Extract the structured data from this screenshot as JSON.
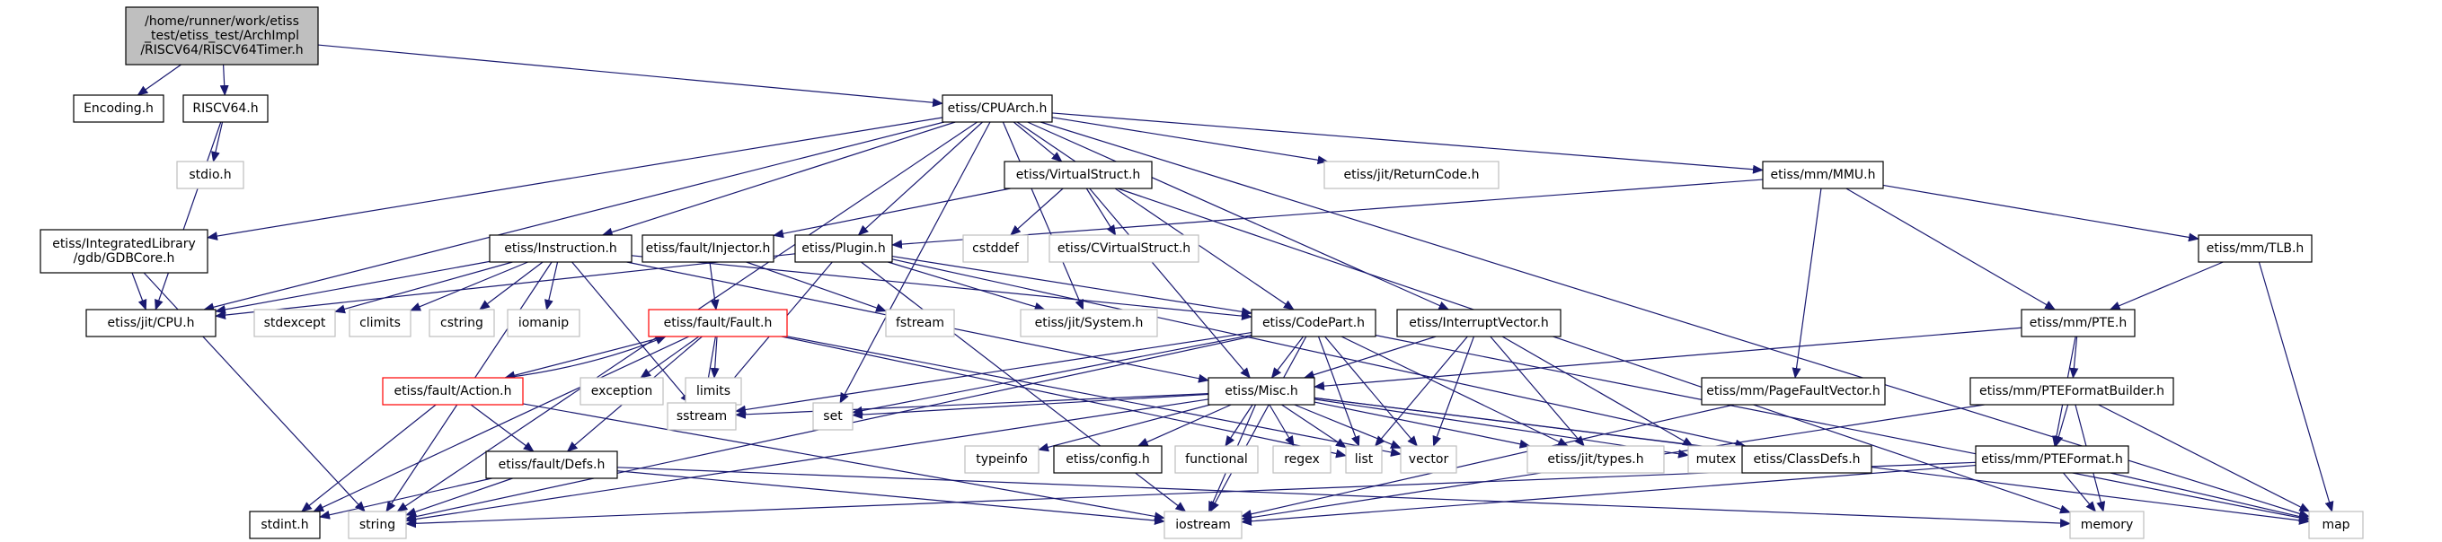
{
  "colors": {
    "edge": "#191970",
    "border_documented": "#000000",
    "border_undocumented": "#bfbfbf",
    "border_cyclic": "#ff0000",
    "fill_root": "#bfbfbf",
    "fill_default": "#ffffff",
    "text": "#000000"
  },
  "nodes": [
    {
      "id": "root",
      "lines": [
        "/home/runner/work/etiss",
        "_test/etiss_test/ArchImpl",
        "/RISCV64/RISCV64Timer.h"
      ],
      "style": "root"
    },
    {
      "id": "encoding",
      "lines": [
        "Encoding.h"
      ],
      "style": "doc"
    },
    {
      "id": "riscv64",
      "lines": [
        "RISCV64.h"
      ],
      "style": "doc"
    },
    {
      "id": "stdio",
      "lines": [
        "stdio.h"
      ],
      "style": "ext"
    },
    {
      "id": "cpuarch",
      "lines": [
        "etiss/CPUArch.h"
      ],
      "style": "doc"
    },
    {
      "id": "gdbcore",
      "lines": [
        "etiss/IntegratedLibrary",
        "/gdb/GDBCore.h"
      ],
      "style": "doc"
    },
    {
      "id": "cpu",
      "lines": [
        "etiss/jit/CPU.h"
      ],
      "style": "doc"
    },
    {
      "id": "instruction",
      "lines": [
        "etiss/Instruction.h"
      ],
      "style": "doc"
    },
    {
      "id": "injector",
      "lines": [
        "etiss/fault/Injector.h"
      ],
      "style": "doc"
    },
    {
      "id": "plugin",
      "lines": [
        "etiss/Plugin.h"
      ],
      "style": "doc"
    },
    {
      "id": "virtualstruct",
      "lines": [
        "etiss/VirtualStruct.h"
      ],
      "style": "doc"
    },
    {
      "id": "cstddef",
      "lines": [
        "cstddef"
      ],
      "style": "ext"
    },
    {
      "id": "cvirtualstruct",
      "lines": [
        "etiss/CVirtualStruct.h"
      ],
      "style": "ext"
    },
    {
      "id": "returncode",
      "lines": [
        "etiss/jit/ReturnCode.h"
      ],
      "style": "ext"
    },
    {
      "id": "mmu",
      "lines": [
        "etiss/mm/MMU.h"
      ],
      "style": "doc"
    },
    {
      "id": "tlb",
      "lines": [
        "etiss/mm/TLB.h"
      ],
      "style": "doc"
    },
    {
      "id": "stdexcept",
      "lines": [
        "stdexcept"
      ],
      "style": "ext"
    },
    {
      "id": "climits",
      "lines": [
        "climits"
      ],
      "style": "ext"
    },
    {
      "id": "cstring",
      "lines": [
        "cstring"
      ],
      "style": "ext"
    },
    {
      "id": "iomanip",
      "lines": [
        "iomanip"
      ],
      "style": "ext"
    },
    {
      "id": "fault",
      "lines": [
        "etiss/fault/Fault.h"
      ],
      "style": "cyc"
    },
    {
      "id": "fstream",
      "lines": [
        "fstream"
      ],
      "style": "ext"
    },
    {
      "id": "system",
      "lines": [
        "etiss/jit/System.h"
      ],
      "style": "ext"
    },
    {
      "id": "codepart",
      "lines": [
        "etiss/CodePart.h"
      ],
      "style": "doc"
    },
    {
      "id": "interruptvector",
      "lines": [
        "etiss/InterruptVector.h"
      ],
      "style": "doc"
    },
    {
      "id": "pte",
      "lines": [
        "etiss/mm/PTE.h"
      ],
      "style": "doc"
    },
    {
      "id": "action",
      "lines": [
        "etiss/fault/Action.h"
      ],
      "style": "cyc"
    },
    {
      "id": "exception",
      "lines": [
        "exception"
      ],
      "style": "ext"
    },
    {
      "id": "limits",
      "lines": [
        "limits"
      ],
      "style": "ext"
    },
    {
      "id": "misc",
      "lines": [
        "etiss/Misc.h"
      ],
      "style": "doc"
    },
    {
      "id": "pagefaultvector",
      "lines": [
        "etiss/mm/PageFaultVector.h"
      ],
      "style": "doc"
    },
    {
      "id": "pteformatbuilder",
      "lines": [
        "etiss/mm/PTEFormatBuilder.h"
      ],
      "style": "doc"
    },
    {
      "id": "defs",
      "lines": [
        "etiss/fault/Defs.h"
      ],
      "style": "doc"
    },
    {
      "id": "sstream",
      "lines": [
        "sstream"
      ],
      "style": "ext"
    },
    {
      "id": "set",
      "lines": [
        "set"
      ],
      "style": "ext"
    },
    {
      "id": "typeinfo",
      "lines": [
        "typeinfo"
      ],
      "style": "ext"
    },
    {
      "id": "config",
      "lines": [
        "etiss/config.h"
      ],
      "style": "doc"
    },
    {
      "id": "functional",
      "lines": [
        "functional"
      ],
      "style": "ext"
    },
    {
      "id": "regex",
      "lines": [
        "regex"
      ],
      "style": "ext"
    },
    {
      "id": "list",
      "lines": [
        "list"
      ],
      "style": "ext"
    },
    {
      "id": "vector",
      "lines": [
        "vector"
      ],
      "style": "ext"
    },
    {
      "id": "types",
      "lines": [
        "etiss/jit/types.h"
      ],
      "style": "ext"
    },
    {
      "id": "mutex",
      "lines": [
        "mutex"
      ],
      "style": "ext"
    },
    {
      "id": "classdefs",
      "lines": [
        "etiss/ClassDefs.h"
      ],
      "style": "doc"
    },
    {
      "id": "pteformat",
      "lines": [
        "etiss/mm/PTEFormat.h"
      ],
      "style": "doc"
    },
    {
      "id": "stdint",
      "lines": [
        "stdint.h"
      ],
      "style": "doc"
    },
    {
      "id": "string",
      "lines": [
        "string"
      ],
      "style": "ext"
    },
    {
      "id": "iostream",
      "lines": [
        "iostream"
      ],
      "style": "ext"
    },
    {
      "id": "memory",
      "lines": [
        "memory"
      ],
      "style": "ext"
    },
    {
      "id": "map",
      "lines": [
        "map"
      ],
      "style": "ext"
    }
  ],
  "edges": [
    [
      "root",
      "encoding"
    ],
    [
      "root",
      "riscv64"
    ],
    [
      "root",
      "cpuarch"
    ],
    [
      "riscv64",
      "stdio"
    ],
    [
      "riscv64",
      "cpu"
    ],
    [
      "cpuarch",
      "gdbcore"
    ],
    [
      "cpuarch",
      "cpu"
    ],
    [
      "cpuarch",
      "instruction"
    ],
    [
      "cpuarch",
      "plugin"
    ],
    [
      "cpuarch",
      "virtualstruct"
    ],
    [
      "cpuarch",
      "returncode"
    ],
    [
      "cpuarch",
      "mmu"
    ],
    [
      "cpuarch",
      "codepart"
    ],
    [
      "cpuarch",
      "interruptvector"
    ],
    [
      "cpuarch",
      "system"
    ],
    [
      "cpuarch",
      "set"
    ],
    [
      "cpuarch",
      "string"
    ],
    [
      "cpuarch",
      "map"
    ],
    [
      "gdbcore",
      "cpu"
    ],
    [
      "gdbcore",
      "string"
    ],
    [
      "instruction",
      "stdexcept"
    ],
    [
      "instruction",
      "climits"
    ],
    [
      "instruction",
      "cstring"
    ],
    [
      "instruction",
      "iomanip"
    ],
    [
      "instruction",
      "codepart"
    ],
    [
      "instruction",
      "misc"
    ],
    [
      "instruction",
      "sstream"
    ],
    [
      "instruction",
      "string"
    ],
    [
      "instruction",
      "cpu"
    ],
    [
      "virtualstruct",
      "injector"
    ],
    [
      "virtualstruct",
      "cstddef"
    ],
    [
      "virtualstruct",
      "cvirtualstruct"
    ],
    [
      "virtualstruct",
      "misc"
    ],
    [
      "virtualstruct",
      "memory"
    ],
    [
      "injector",
      "fault"
    ],
    [
      "injector",
      "fstream"
    ],
    [
      "plugin",
      "cpu"
    ],
    [
      "plugin",
      "system"
    ],
    [
      "plugin",
      "codepart"
    ],
    [
      "plugin",
      "classdefs"
    ],
    [
      "plugin",
      "sstream"
    ],
    [
      "plugin",
      "iostream"
    ],
    [
      "mmu",
      "plugin"
    ],
    [
      "mmu",
      "pte"
    ],
    [
      "mmu",
      "tlb"
    ],
    [
      "mmu",
      "pagefaultvector"
    ],
    [
      "tlb",
      "pte"
    ],
    [
      "tlb",
      "map"
    ],
    [
      "fault",
      "action"
    ],
    [
      "fault",
      "exception"
    ],
    [
      "fault",
      "limits"
    ],
    [
      "fault",
      "sstream"
    ],
    [
      "fault",
      "defs"
    ],
    [
      "fault",
      "stdint"
    ],
    [
      "fault",
      "list"
    ],
    [
      "fault",
      "vector"
    ],
    [
      "action",
      "fault"
    ],
    [
      "action",
      "defs"
    ],
    [
      "action",
      "stdint"
    ],
    [
      "action",
      "iostream"
    ],
    [
      "codepart",
      "misc"
    ],
    [
      "codepart",
      "set"
    ],
    [
      "codepart",
      "list"
    ],
    [
      "codepart",
      "vector"
    ],
    [
      "codepart",
      "types"
    ],
    [
      "codepart",
      "sstream"
    ],
    [
      "codepart",
      "string"
    ],
    [
      "codepart",
      "iostream"
    ],
    [
      "codepart",
      "map"
    ],
    [
      "interruptvector",
      "misc"
    ],
    [
      "interruptvector",
      "types"
    ],
    [
      "interruptvector",
      "vector"
    ],
    [
      "interruptvector",
      "list"
    ],
    [
      "interruptvector",
      "mutex"
    ],
    [
      "pte",
      "misc"
    ],
    [
      "pte",
      "pteformatbuilder"
    ],
    [
      "pte",
      "pteformat"
    ],
    [
      "misc",
      "set"
    ],
    [
      "misc",
      "sstream"
    ],
    [
      "misc",
      "typeinfo"
    ],
    [
      "misc",
      "config"
    ],
    [
      "misc",
      "functional"
    ],
    [
      "misc",
      "regex"
    ],
    [
      "misc",
      "list"
    ],
    [
      "misc",
      "vector"
    ],
    [
      "misc",
      "types"
    ],
    [
      "misc",
      "mutex"
    ],
    [
      "misc",
      "classdefs"
    ],
    [
      "misc",
      "string"
    ],
    [
      "misc",
      "iostream"
    ],
    [
      "misc",
      "map"
    ],
    [
      "pagefaultvector",
      "iostream"
    ],
    [
      "pteformatbuilder",
      "pteformat"
    ],
    [
      "pteformatbuilder",
      "memory"
    ],
    [
      "pteformatbuilder",
      "map"
    ],
    [
      "pteformatbuilder",
      "iostream"
    ],
    [
      "pteformat",
      "iostream"
    ],
    [
      "pteformat",
      "string"
    ],
    [
      "pteformat",
      "memory"
    ],
    [
      "pteformat",
      "map"
    ],
    [
      "defs",
      "stdint"
    ],
    [
      "defs",
      "string"
    ],
    [
      "defs",
      "iostream"
    ],
    [
      "defs",
      "memory"
    ]
  ]
}
